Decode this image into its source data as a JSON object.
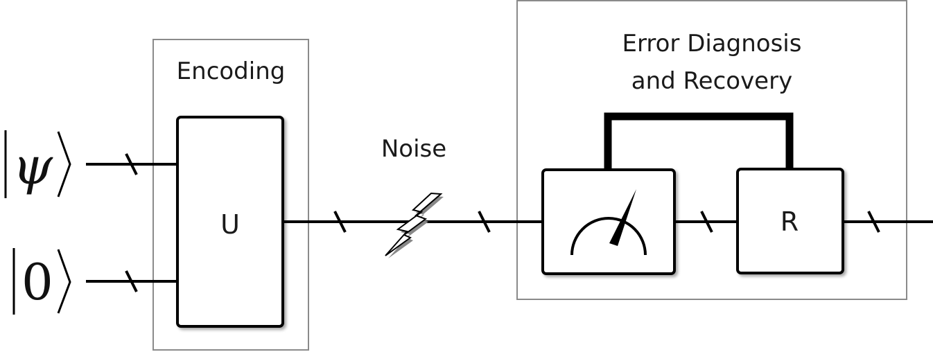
{
  "encoding": {
    "label": "Encoding",
    "gate_label": "U"
  },
  "noise": {
    "label": "Noise"
  },
  "recovery": {
    "label_line1": "Error Diagnosis",
    "label_line2": "and Recovery",
    "recovery_gate_label": "R"
  },
  "inputs": {
    "psi": {
      "symbol": "ψ"
    },
    "zero": {
      "symbol": "0"
    }
  },
  "icons": [
    "lightning-bolt-icon",
    "meter-icon"
  ]
}
